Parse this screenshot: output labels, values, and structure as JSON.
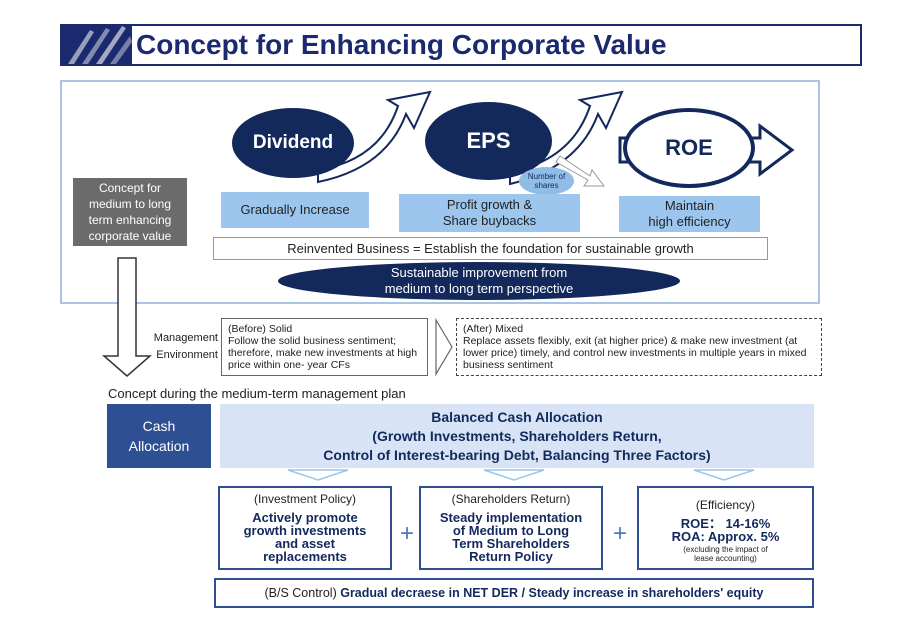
{
  "header": {
    "title": "Concept for Enhancing Corporate Value"
  },
  "concept": {
    "label": "Concept for medium to long term enhancing corporate value",
    "dividend": "Dividend",
    "eps": "EPS",
    "roe": "ROE",
    "number_of_shares": "Number of shares",
    "gradual_increase": "Gradually Increase",
    "profit_line1": "Profit growth &",
    "profit_line2": "Share buybacks",
    "maintain_line1": "Maintain",
    "maintain_line2": "high efficiency",
    "reinvented": "Reinvented Business = Establish the foundation for sustainable growth",
    "sustain_line1": "Sustainable improvement from",
    "sustain_line2": "medium to long term perspective"
  },
  "management": {
    "label_line1": "Management",
    "label_line2": "Environment",
    "before_title": "(Before) Solid",
    "before_text": "Follow the solid business sentiment; therefore, make new investments at high price within one- year CFs",
    "after_title": "(After) Mixed",
    "after_text": "Replace assets flexibly, exit (at higher price) & make new investment (at lower price) timely, and control new investments in multiple years in mixed business sentiment"
  },
  "plan_label": "Concept during the medium-term management plan",
  "cash": {
    "label_line1": "Cash",
    "label_line2": "Allocation",
    "balanced_line1": "Balanced Cash Allocation",
    "balanced_line2": "(Growth Investments, Shareholders Return,",
    "balanced_line3": "Control of Interest-bearing Debt, Balancing Three Factors)"
  },
  "policies": {
    "investment_head": "(Investment Policy)",
    "investment_l1": "Actively promote",
    "investment_l2": "growth investments",
    "investment_l3": "and asset",
    "investment_l4": "replacements",
    "shareholders_head": "(Shareholders Return)",
    "shareholders_l1": "Steady implementation",
    "shareholders_l2": "of Medium to Long",
    "shareholders_l3": "Term Shareholders",
    "shareholders_l4": "Return Policy",
    "efficiency_head": "(Efficiency)",
    "efficiency_roe": "ROE： 14-16%",
    "efficiency_roa": "ROA:  Approx. 5%",
    "efficiency_note1": "(excluding the impact of",
    "efficiency_note2": "lease accounting)",
    "plus": "+"
  },
  "bs": {
    "prefix": "(B/S Control)",
    "text": "Gradual decraese in NET DER / Steady increase in shareholders'  equity"
  },
  "colors": {
    "navy": "#13295c",
    "light_blue": "#9cc6ee",
    "accent": "#2f4f93"
  }
}
